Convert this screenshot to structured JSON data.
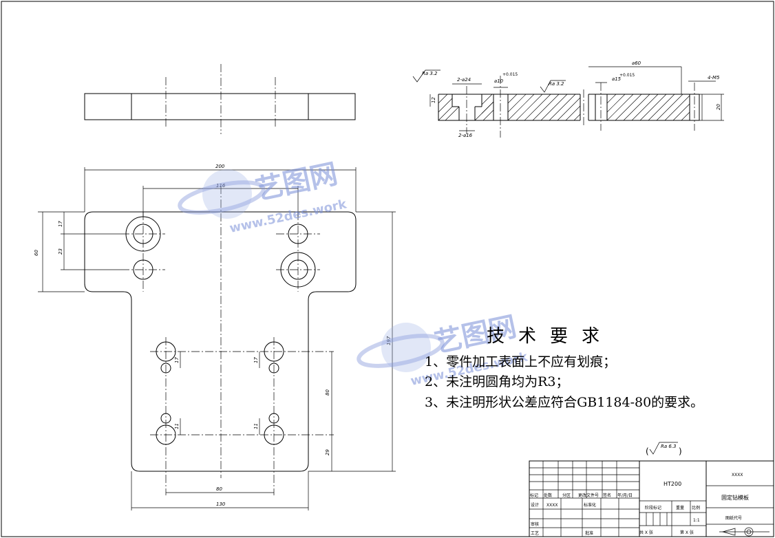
{
  "drawing": {
    "top_view_dims": {
      "overall_width": "200",
      "hole_spacing_top": "116",
      "height_top": "60",
      "offset_a": "17",
      "offset_b": "23"
    },
    "front_view_dims": {
      "total_height": "197",
      "spacing_80": "80",
      "offset_29": "29",
      "bottom_80": "80",
      "bottom_130": "130",
      "small_17a": "17",
      "small_17b": "17",
      "small_11a": "11",
      "small_11b": "11"
    },
    "section_dims": {
      "ra_left": "Ra 3.2",
      "ra_mid": "Ra 3.2",
      "thk_12": "12",
      "d24": "2-⌀24",
      "d16": "2-⌀16",
      "d10": "⌀10",
      "d10_tol": "+0.015",
      "d60": "⌀60",
      "d15": "⌀15",
      "d15_tol": "+0.015",
      "m5": "4-M5",
      "thk_20": "20"
    }
  },
  "roughness_note": {
    "open": "(",
    "value": "Ra 6.3",
    "close": ")"
  },
  "requirements": {
    "title": "技术要求",
    "items": [
      "1、零件加工表面上不应有划痕；",
      "2、未注明圆角均为R3；",
      "3、未注明形状公差应符合GB1184-80的要求。"
    ]
  },
  "title_block": {
    "material": "HT200",
    "company": "XXXX",
    "part_name": "固定钻模板",
    "drawing_no_label": "图纸代号",
    "stage_label": "阶段标记",
    "weight_label": "重量",
    "scale_label": "比例",
    "scale_value": "1:1",
    "sheets_total": "共 X 张",
    "sheet_no": "第 X 张",
    "row_headers": [
      "标记",
      "处数",
      "分区",
      "更改文件号",
      "签名",
      "年/月/日"
    ],
    "design_label": "设计",
    "design_value": "XXXX",
    "standard_label": "标准化",
    "review_label": "审核",
    "process_label": "工艺",
    "approve_label": "批准"
  },
  "watermark": {
    "brand": "艺图网",
    "url": "www.52des.work"
  }
}
